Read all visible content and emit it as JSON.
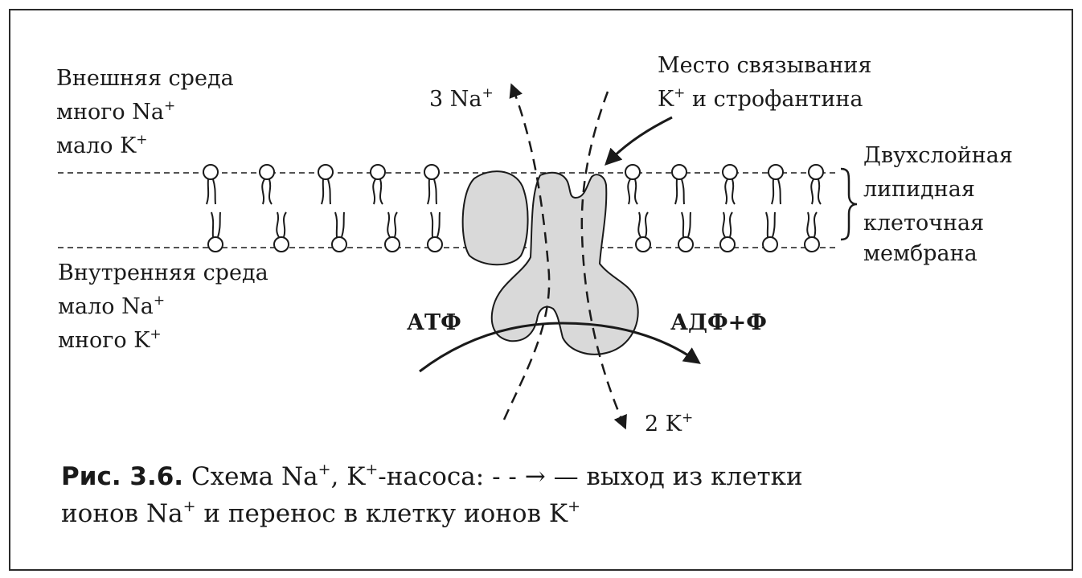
{
  "outside": {
    "line1": "Внешняя среда",
    "line2_text": "много Na",
    "line2_sup": "+",
    "line3_text": "мало K",
    "line3_sup": "+"
  },
  "inside": {
    "line1": "Внутренняя среда",
    "line2_text": "мало Na",
    "line2_sup": "+",
    "line3_text": "много K",
    "line3_sup": "+"
  },
  "na_out": {
    "text": "3 Na",
    "sup": "+"
  },
  "k_in": {
    "text": "2 K",
    "sup": "+"
  },
  "binding_site": {
    "line1": "Место связывания",
    "line2_a": "K",
    "line2_sup": "+",
    "line2_b": " и строфантина"
  },
  "membrane_label": [
    "Двухслойная",
    "липидная",
    "клеточная",
    "мембрана"
  ],
  "atp": "АТФ",
  "adp": "АДФ+Ф",
  "caption": {
    "fig": "Рис. 3.6.",
    "part1": " Схема Na",
    "sup1": "+",
    "part2": ", K",
    "sup2": "+",
    "part3": "-насоса: ",
    "arrow_symbol": "- - →",
    "part4": " — выход из клетки",
    "line2_a": "ионов Na",
    "sup3": "+",
    "line2_b": " и перенос в клетку ионов K",
    "sup4": "+"
  },
  "colors": {
    "ink": "#1a1a1a",
    "protein_fill": "#d9d9d9",
    "frame": "#2b2b2b"
  }
}
